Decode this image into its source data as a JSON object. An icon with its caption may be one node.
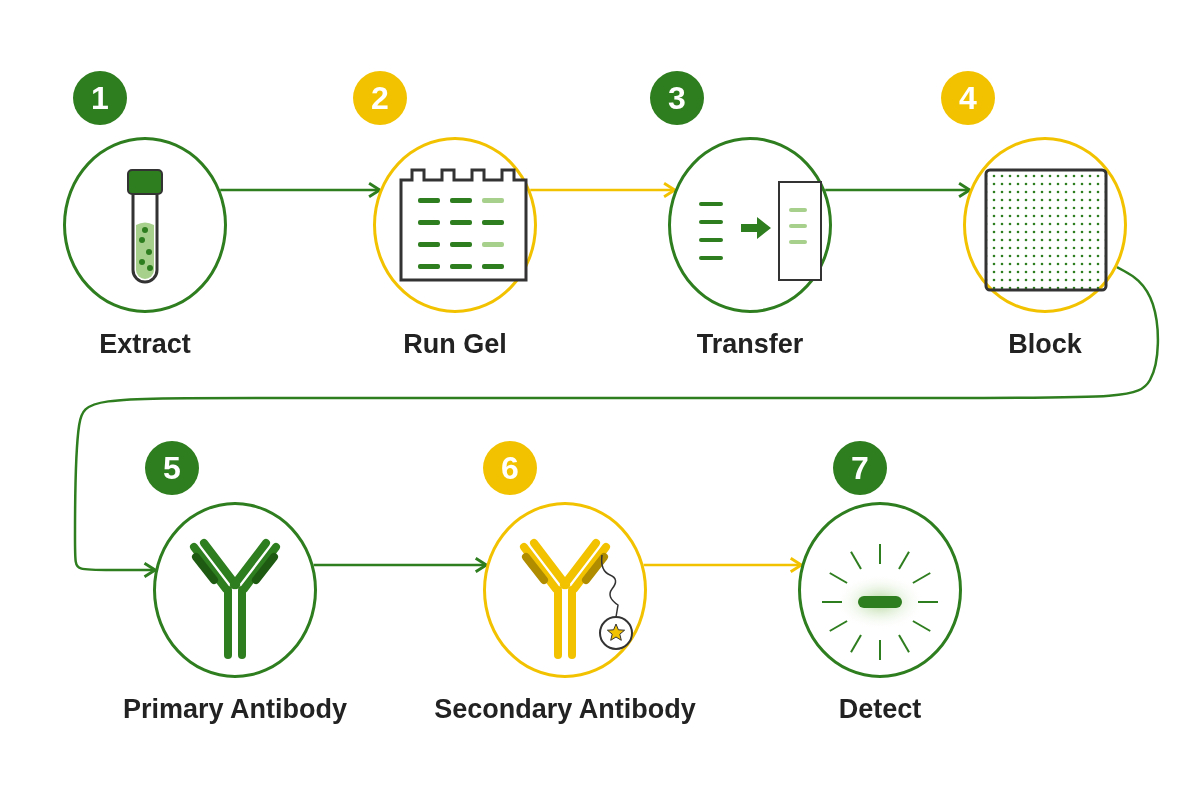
{
  "diagram": {
    "nodes": [
      {
        "text": [
          "1",
          "Extract"
        ]
      },
      {
        "text": [
          "2",
          "Run Gel"
        ]
      },
      {
        "text": [
          "3",
          "Transfer"
        ]
      },
      {
        "text": [
          "4",
          "Block"
        ]
      },
      {
        "text": [
          "5",
          "Primary Antibody"
        ]
      },
      {
        "text": [
          "6",
          "Secondary Antibody"
        ]
      },
      {
        "text": [
          "7",
          "Detect"
        ]
      }
    ],
    "edges": [
      {
        "from": 0,
        "to": 1,
        "arrow": "to"
      },
      {
        "from": 1,
        "to": 2,
        "arrow": "to",
        "color": "#f2c200"
      },
      {
        "from": 2,
        "to": 3,
        "arrow": "to"
      },
      {
        "from": 3,
        "to": 4,
        "arrow": "to"
      },
      {
        "from": 4,
        "to": 5,
        "arrow": "to"
      },
      {
        "from": 5,
        "to": 6,
        "arrow": "to",
        "color": "#f2c200"
      }
    ]
  }
}
